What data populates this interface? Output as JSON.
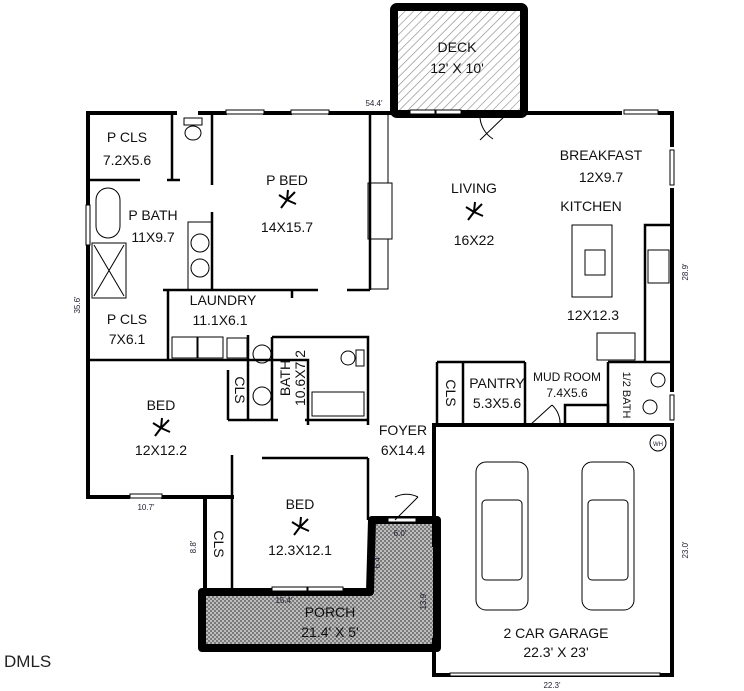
{
  "rooms": {
    "deck": {
      "name": "DECK",
      "size": "12' X 10'"
    },
    "p_cls_1": {
      "name": "P CLS",
      "size": "7.2X5.6"
    },
    "p_bath": {
      "name": "P BATH",
      "size": "11X9.7"
    },
    "p_bed": {
      "name": "P BED",
      "size": "14X15.7"
    },
    "living": {
      "name": "LIVING",
      "size": "16X22"
    },
    "breakfast": {
      "name": "BREAKFAST",
      "size": "12X9.7"
    },
    "kitchen": {
      "name": "KITCHEN",
      "size": "12X12.3"
    },
    "laundry": {
      "name": "LAUNDRY",
      "size": "11.1X6.1"
    },
    "p_cls_2": {
      "name": "P CLS",
      "size": "7X6.1"
    },
    "bath": {
      "name": "BATH",
      "size": "10.6X7.2"
    },
    "cls_hall": {
      "name": "CLS"
    },
    "bed_1": {
      "name": "BED",
      "size": "12X12.2"
    },
    "foyer": {
      "name": "FOYER",
      "size": "6X14.4"
    },
    "cls_foyer": {
      "name": "CLS"
    },
    "pantry": {
      "name": "PANTRY",
      "size": "5.3X5.6"
    },
    "mud_room": {
      "name": "MUD ROOM",
      "size": "7.4X5.6"
    },
    "half_bath": {
      "name": "1/2 BATH"
    },
    "bed_2": {
      "name": "BED",
      "size": "12.3X12.1"
    },
    "cls_bed2": {
      "name": "CLS"
    },
    "porch": {
      "name": "PORCH",
      "size": "21.4' X 5'"
    },
    "garage": {
      "name": "2 CAR GARAGE",
      "size": "22.3' X 23'"
    }
  },
  "dimensions": {
    "top": "54.4'",
    "left": "35.6'",
    "bed_bottom": "10.7'",
    "bed2_left": "8.8'",
    "porch_entry": "6.0'",
    "porch_inner": "6.4'",
    "porch_window": "15.4'",
    "porch_right": "13.9'",
    "garage_right": "23.0'",
    "kitchen_right": "28.9'",
    "garage_bottom": "22.3'"
  },
  "fixtures": {
    "water_heater": "WH"
  },
  "watermark": "DMLS",
  "colors": {
    "wall": "#000000",
    "background": "#ffffff",
    "porch_fill": "#9a9a9a"
  }
}
